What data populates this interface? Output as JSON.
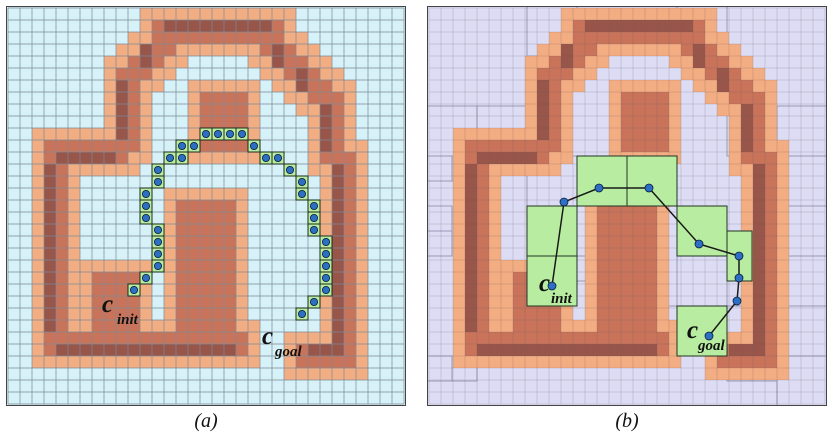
{
  "figure": {
    "panels": [
      {
        "id": "a",
        "caption": "(a)",
        "start_label": "c",
        "start_subscript": "init",
        "goal_label": "c",
        "goal_subscript": "goal",
        "representation": "uniform grid",
        "path_nodes": 35
      },
      {
        "id": "b",
        "caption": "(b)",
        "start_label": "c",
        "start_subscript": "init",
        "goal_label": "c",
        "goal_subscript": "goal",
        "representation": "adaptive (quadtree) grid",
        "path_nodes": 9
      }
    ]
  },
  "colors": {
    "free_space": "#d6f1f7",
    "free_space_adaptive": "#dcdcf4",
    "inflated_obstacle": "#f2ad82",
    "obstacle": "#c8735a",
    "obstacle_core": "#8f5048",
    "path_cell": "#b8eda1",
    "path_node": "#2d6fc4",
    "grid_line": "#7d8a93"
  }
}
